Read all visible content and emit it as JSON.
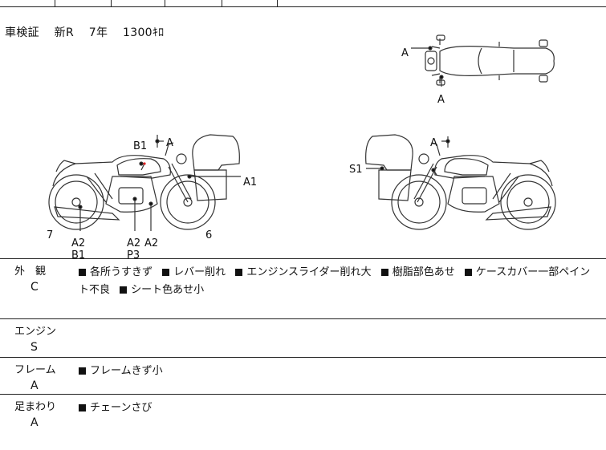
{
  "registration": {
    "label": "車検証",
    "status": "新R",
    "year": "7年",
    "displacement": "1300ｷﾛ"
  },
  "diagram_labels": {
    "top_view": {
      "left_marker": "A",
      "bottom_marker": "A"
    },
    "left_side": {
      "b1": "B1",
      "a_top": "A",
      "a1": "A1",
      "n7": "7",
      "n6": "6",
      "a2_b1_line1": "A2",
      "a2_b1_line2": "B1",
      "a2_p3_line1": "A2",
      "a2_p3_line2": "P3",
      "a2_right": "A2"
    },
    "right_side": {
      "s1": "S1",
      "a_top": "A"
    }
  },
  "sections": [
    {
      "category": "外　観",
      "grade": "C",
      "notes": [
        "各所うすきず",
        "レバー削れ",
        "エンジンスライダー削れ大",
        "樹脂部色あせ",
        "ケースカバー一部ペイント不良",
        "シート色あせ小"
      ]
    },
    {
      "category": "エンジン",
      "grade": "S",
      "notes": []
    },
    {
      "category": "フレーム",
      "grade": "A",
      "notes": [
        "フレームきず小"
      ]
    },
    {
      "category": "足まわり",
      "grade": "A",
      "notes": [
        "チェーンさび"
      ]
    }
  ]
}
